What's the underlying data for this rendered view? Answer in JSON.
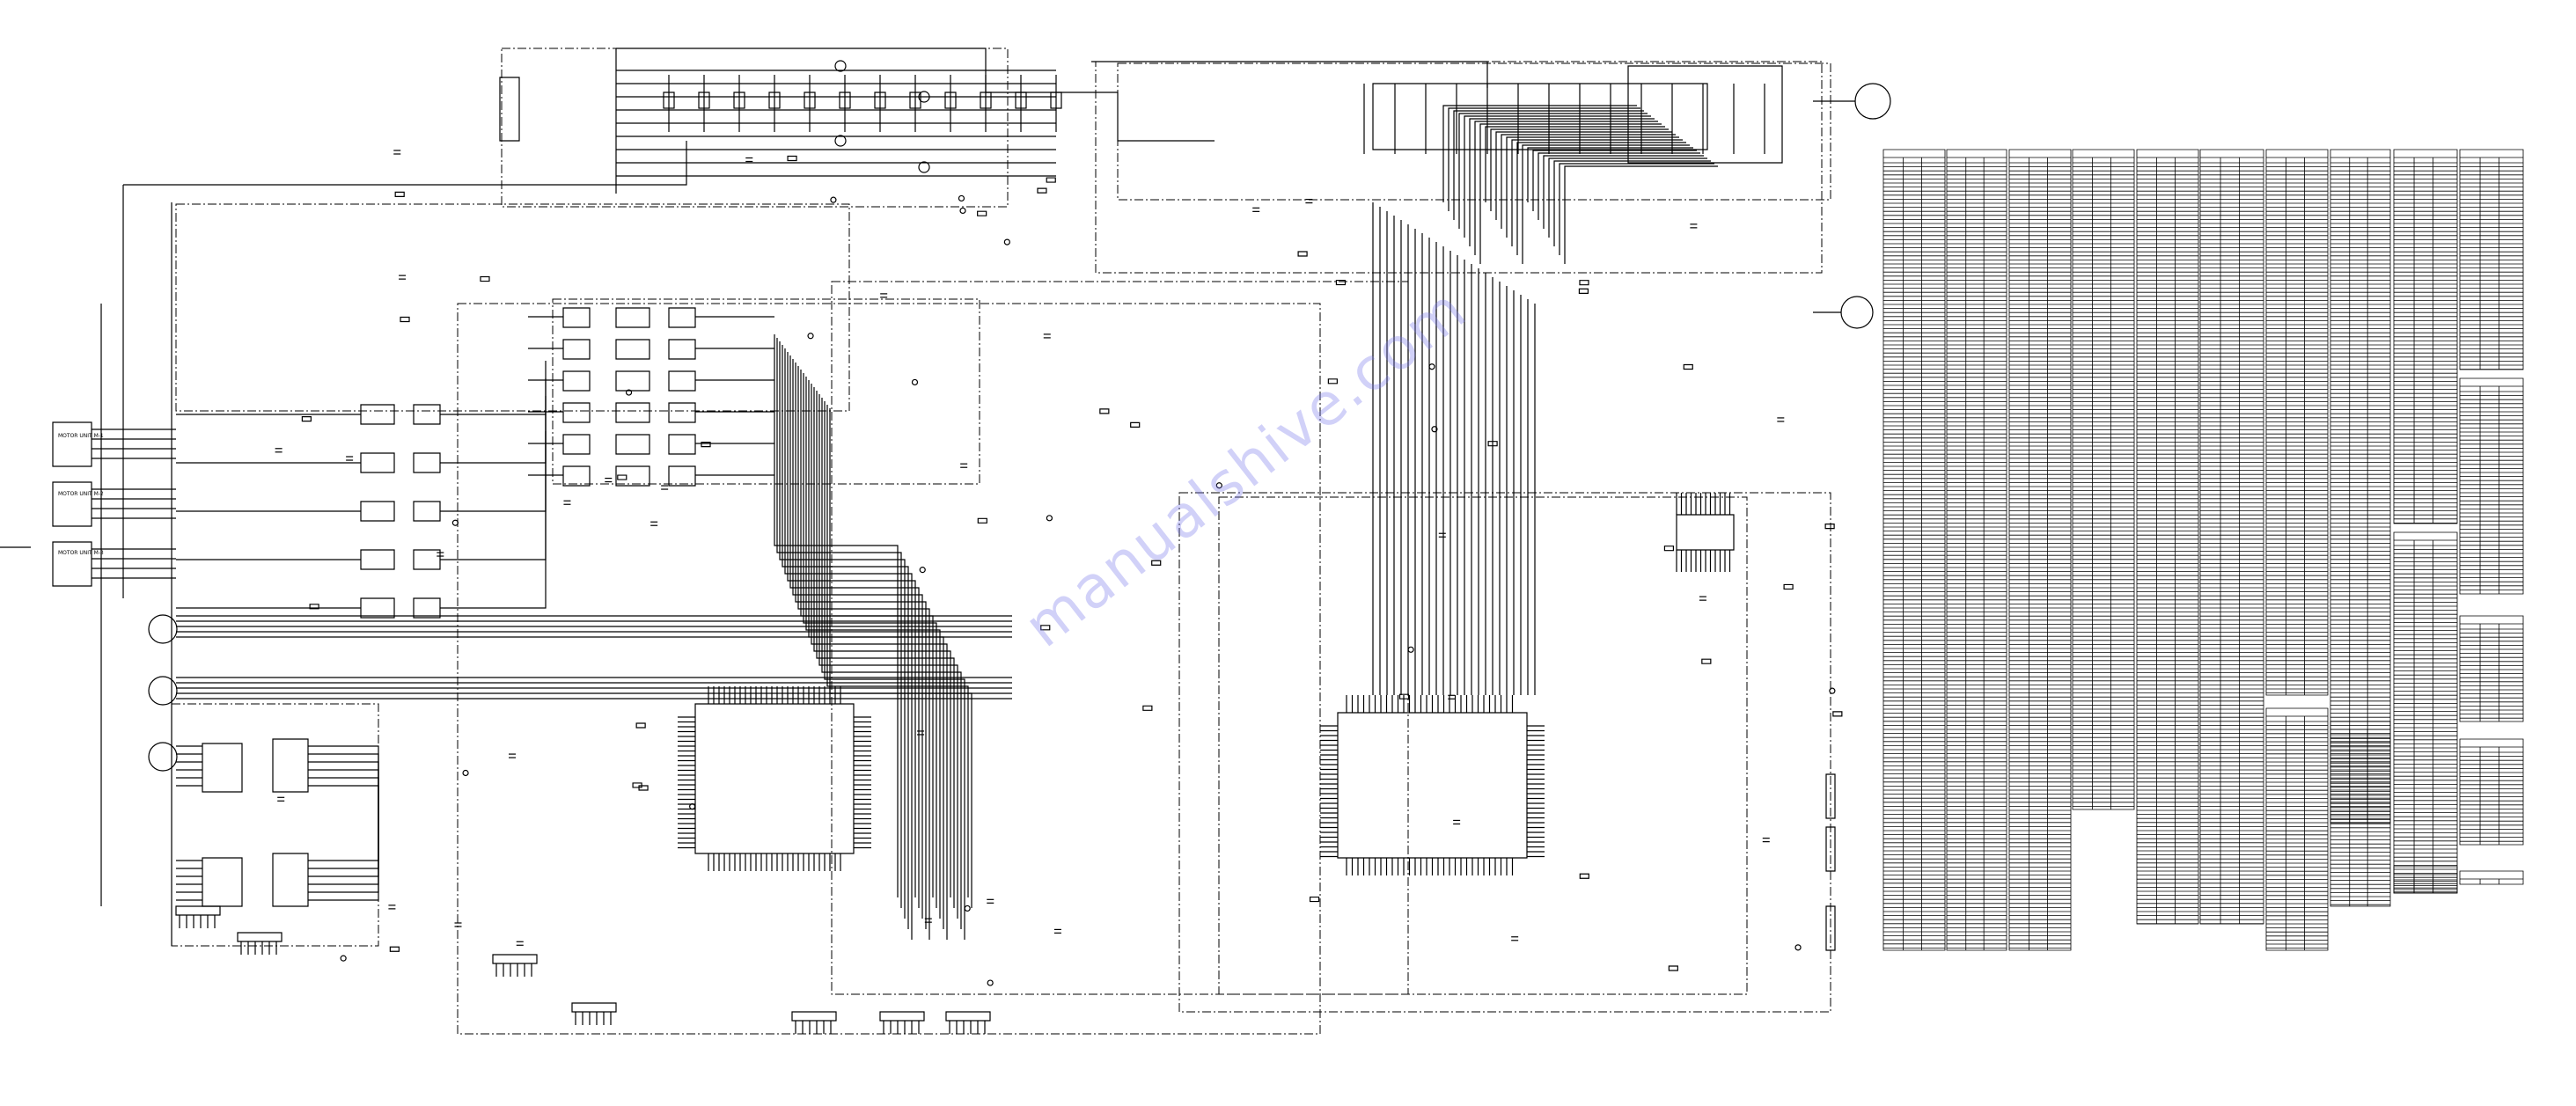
{
  "watermark": "manualshive.com",
  "colors": {
    "ink": "#000000",
    "paper": "#ffffff",
    "watermark": "#8080ea"
  },
  "connector_labels": {
    "cn_a": "MOTOR UNIT M-1",
    "cn_b": "MOTOR UNIT M-2",
    "cn_c": "MOTOR UNIT M-3"
  },
  "tables": {
    "count_main": 10,
    "note": ""
  }
}
